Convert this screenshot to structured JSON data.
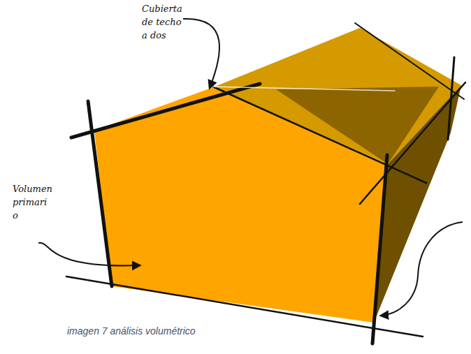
{
  "diagram": {
    "caption": "imagen 7 análisis volumétrico",
    "labels": [
      "Cubierta de techo a dos",
      "Volumen primari o"
    ]
  }
}
